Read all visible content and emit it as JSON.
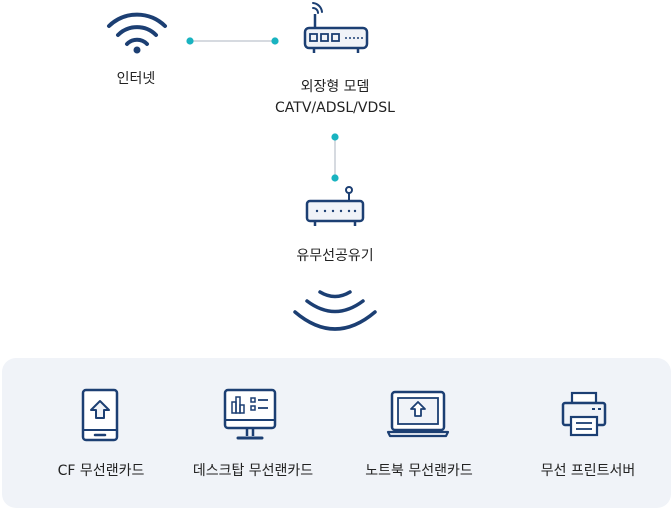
{
  "nodes": {
    "internet": {
      "label": "인터넷",
      "icon": "wifi-icon"
    },
    "modem": {
      "label": "외장형 모뎀",
      "sublabel": "CATV/ADSL/VDSL",
      "icon": "modem-icon"
    },
    "router": {
      "label": "유무선공유기",
      "icon": "router-icon"
    }
  },
  "devices": [
    {
      "label": "CF 무선랜카드",
      "icon": "mobile-upload-icon"
    },
    {
      "label": "데스크탑 무선랜카드",
      "icon": "desktop-monitor-icon"
    },
    {
      "label": "노트북 무선랜카드",
      "icon": "laptop-upload-icon"
    },
    {
      "label": "무선 프린트서버",
      "icon": "printer-icon"
    }
  ],
  "colors": {
    "navy": "#1c3f73",
    "accent": "#19b3c0",
    "connector": "#c8ced6",
    "panel": "#f0f3f8"
  }
}
